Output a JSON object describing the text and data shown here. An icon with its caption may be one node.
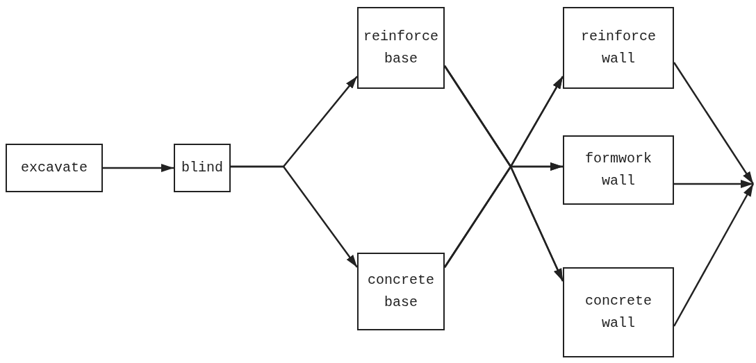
{
  "diagram": {
    "nodes": [
      {
        "text": [
          "excavate"
        ]
      },
      {
        "text": [
          "blind"
        ]
      },
      {
        "text": [
          "reinforce base"
        ]
      },
      {
        "text": [
          "concrete base"
        ]
      },
      {
        "text": [
          "reinforce wall"
        ]
      },
      {
        "text": [
          "formwork wall"
        ]
      },
      {
        "text": [
          "concrete wall"
        ]
      }
    ],
    "edges": [
      {
        "from": 0,
        "to": 1,
        "arrow": "to"
      },
      {
        "from": 1,
        "to": 2,
        "arrow": "to"
      },
      {
        "from": 1,
        "to": 3,
        "arrow": "to"
      },
      {
        "from": 2,
        "to": 4,
        "arrow": "to"
      },
      {
        "from": 2,
        "to": 5,
        "arrow": "to"
      },
      {
        "from": 2,
        "to": 6,
        "arrow": "to"
      },
      {
        "from": 3,
        "to": 4,
        "arrow": "to"
      },
      {
        "from": 3,
        "to": 5,
        "arrow": "to"
      },
      {
        "from": 3,
        "to": 6,
        "arrow": "to"
      },
      {
        "from": 4,
        "to": null,
        "arrow": "to"
      },
      {
        "from": 5,
        "to": null,
        "arrow": "to"
      },
      {
        "from": 6,
        "to": null,
        "arrow": "to"
      }
    ]
  }
}
